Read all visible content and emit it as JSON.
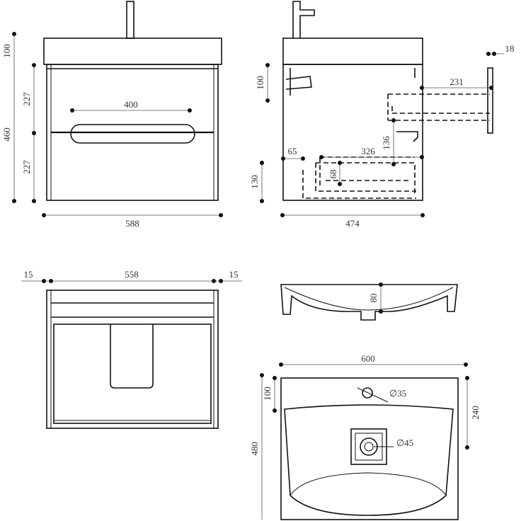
{
  "front_view": {
    "dim_top": "100",
    "dim_total": "460",
    "dim_upper_drawer": "227",
    "dim_lower_drawer": "227",
    "dim_handle_spacing": "400",
    "dim_width": "588"
  },
  "side_view": {
    "dim_top": "100",
    "dim_depth": "474",
    "dim_siphon_depth": "231",
    "dim_wall_offset": "18",
    "dim_drawer_gap": "136",
    "dim_back_gap": "65",
    "dim_drawer_depth": "326",
    "dim_drawer_height": "68",
    "dim_bottom": "130"
  },
  "top_view": {
    "dim_left_side": "15",
    "dim_inner_width": "558",
    "dim_right_side": "15"
  },
  "basin_section": {
    "dim_bowl_depth": "80"
  },
  "basin_plan": {
    "dim_width": "600",
    "dim_depth": "480",
    "dim_tap_offset": "100",
    "dim_drain_offset": "240",
    "tap_hole": "∅35",
    "drain_hole": "∅45"
  }
}
